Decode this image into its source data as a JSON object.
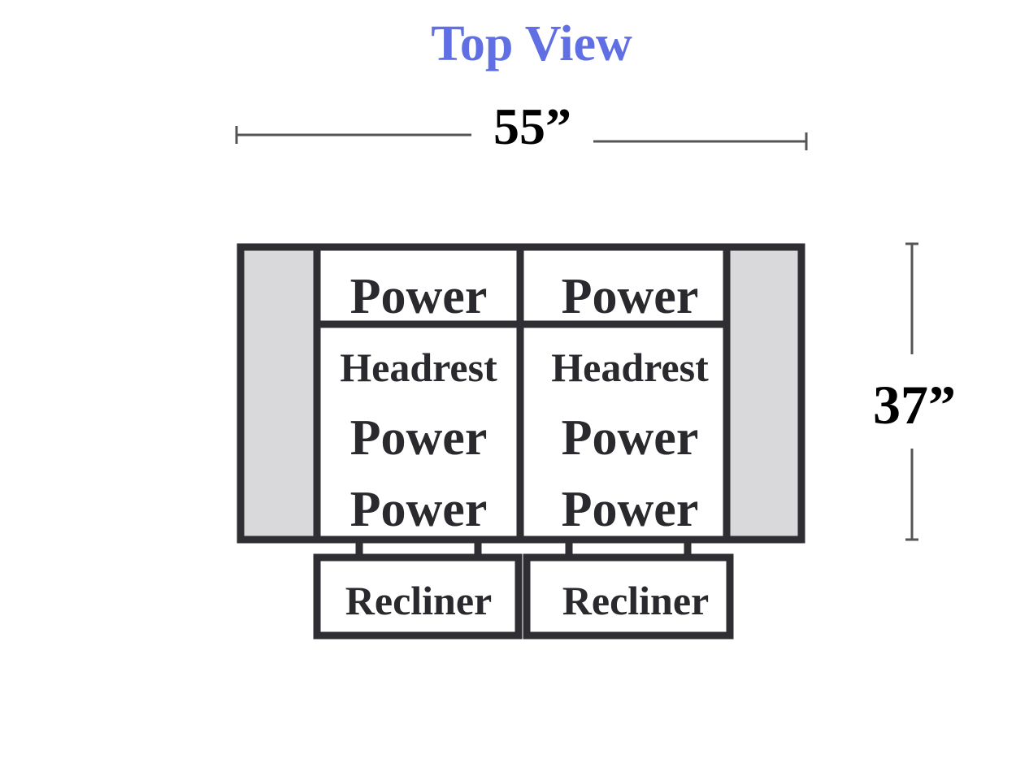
{
  "title": "Top View",
  "dimensions": {
    "width": "55”",
    "depth": "37”"
  },
  "seats": [
    {
      "top_label": "Power",
      "headrest_label": "Headrest",
      "power_label_1": "Power",
      "power_label_2": "Power",
      "footrest_label": "Recliner"
    },
    {
      "top_label": "Power",
      "headrest_label": "Headrest",
      "power_label_1": "Power",
      "power_label_2": "Power",
      "footrest_label": "Recliner"
    }
  ],
  "colors": {
    "title": "#6070e4",
    "outline": "#2f2f33",
    "arm_fill": "#d9d9db",
    "dimension_line": "#555555"
  }
}
